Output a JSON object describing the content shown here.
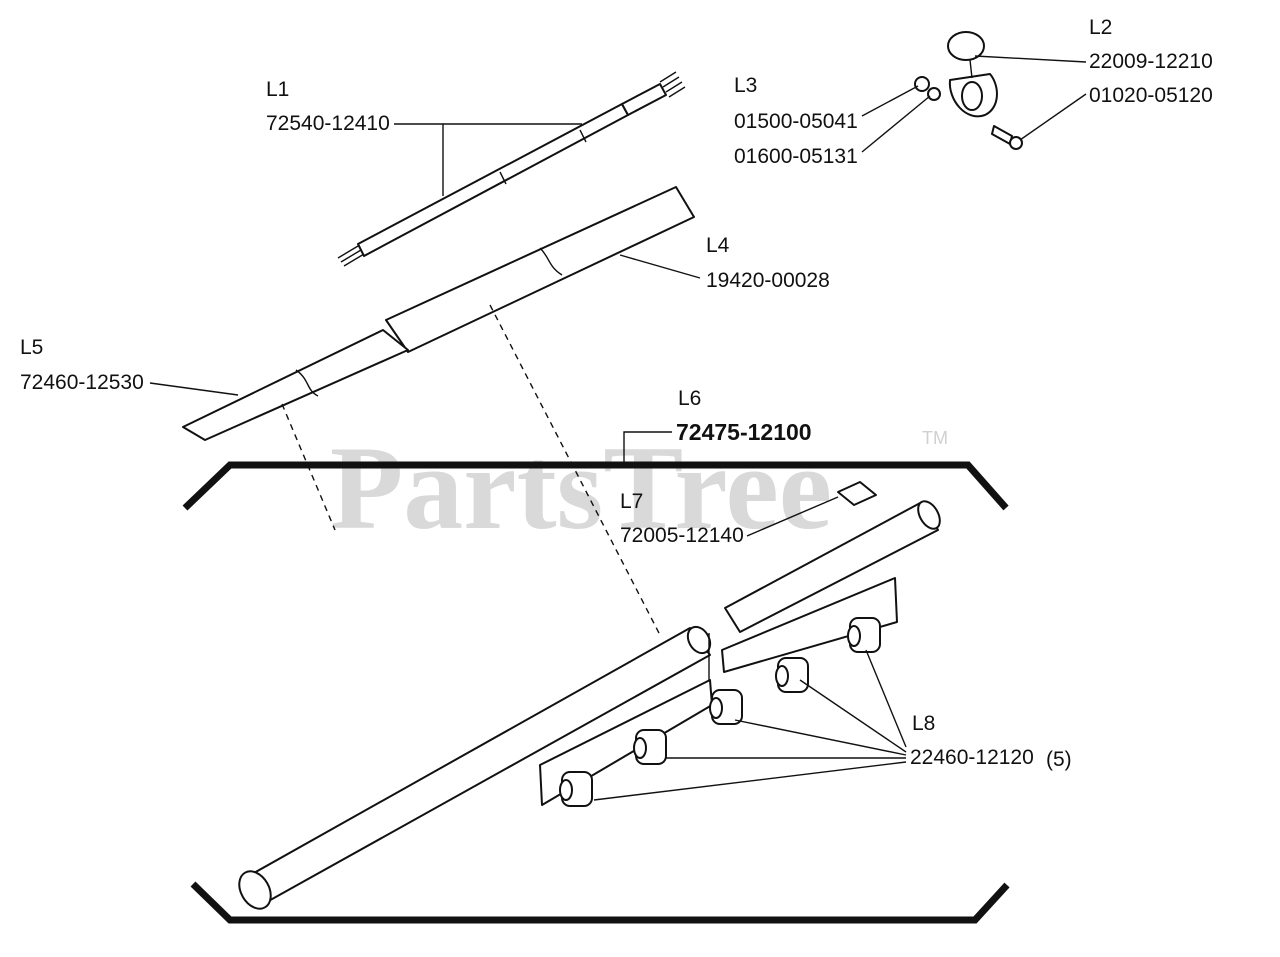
{
  "watermark": {
    "text": "PartsTree",
    "trademark": "TM"
  },
  "parts": {
    "L1": {
      "ref": "L1",
      "number": "72540-12410"
    },
    "L2": {
      "ref": "L2",
      "number": "22009-12210",
      "number2": "01020-05120"
    },
    "L3": {
      "ref": "L3",
      "number": "01500-05041",
      "number2": "01600-05131"
    },
    "L4": {
      "ref": "L4",
      "number": "19420-00028"
    },
    "L5": {
      "ref": "L5",
      "number": "72460-12530"
    },
    "L6": {
      "ref": "L6",
      "number": "72475-12100"
    },
    "L7": {
      "ref": "L7",
      "number": "72005-12140"
    },
    "L8": {
      "ref": "L8",
      "number": "22460-12120",
      "qty": "(5)"
    }
  }
}
